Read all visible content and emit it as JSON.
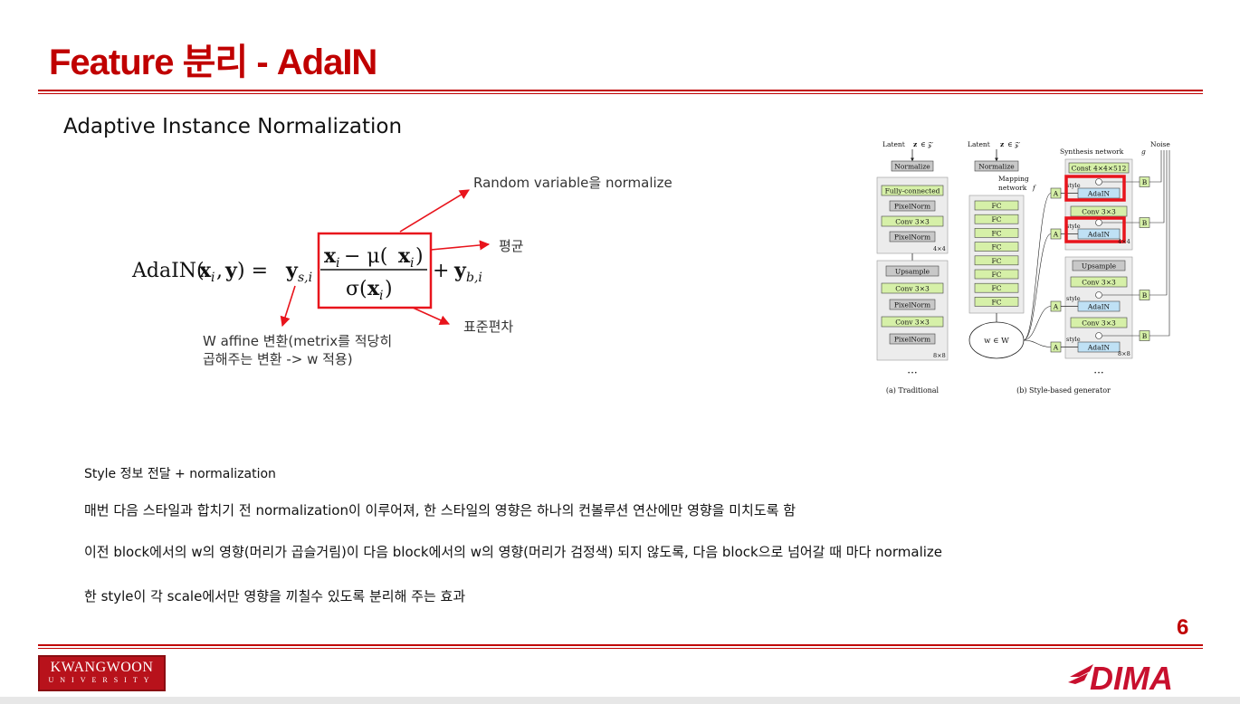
{
  "slide": {
    "title": "Feature 분리 - AdaIN",
    "subtitle": "Adaptive Instance Normalization",
    "page_number": "6"
  },
  "equation": {
    "lhs": "AdaIN(x",
    "annotations": {
      "random_var": "Random variable을 normalize",
      "mean": "평균",
      "std": "표준편차",
      "affine_line1": "W affine 변환(metrix를 적당히",
      "affine_line2": "곱해주는 변환 -> w 적용)"
    },
    "accent_color": "#e8141c"
  },
  "figure": {
    "trad_latent": "Latent",
    "style_latent": "Latent",
    "synthesis": "Synthesis network",
    "noise": "Noise",
    "mapping": "Mapping",
    "network": "network",
    "caption_a": "(a) Traditional",
    "caption_b": "(b) Style-based generator",
    "trad_blocks": [
      "Normalize",
      "Fully-connected",
      "PixelNorm",
      "Conv 3×3",
      "PixelNorm",
      "Upsample",
      "Conv 3×3",
      "PixelNorm",
      "Conv 3×3",
      "PixelNorm"
    ],
    "res_4": "4×4",
    "res_8": "8×8",
    "map_normalize": "Normalize",
    "fc_label": "FC",
    "const": "Const 4×4×512",
    "adain": "AdaIN",
    "conv": "Conv 3×3",
    "upsample": "Upsample",
    "style": "style",
    "a_label": "A",
    "b_label": "B",
    "w_label": "w ∈ W",
    "dots": "···"
  },
  "bullets": [
    "Style 정보 전달 + normalization",
    "매번 다음 스타일과 합치기 전 normalization이 이루어져, 한 스타일의 영향은 하나의 컨볼루션 연산에만 영향을 미치도록 함",
    "이전 block에서의 w의 영향(머리가 곱슬거림)이 다음 block에서의 w의 영향(머리가 검정색) 되지 않도록, 다음 block으로 넘어갈 때 마다 normalize",
    "한 style이 각 scale에서만 영향을 끼칠수 있도록 분리해 주는 효과"
  ],
  "footer": {
    "university": "KWANGWOON",
    "university_sub": "UNIVERSITY",
    "lab": "DIMA"
  },
  "colors": {
    "brand_red": "#c00000",
    "highlight_red": "#e8141c",
    "green_box": "#d6f0a8",
    "blue_box": "#bfe1f5",
    "gray_box": "#c8c8c8"
  }
}
